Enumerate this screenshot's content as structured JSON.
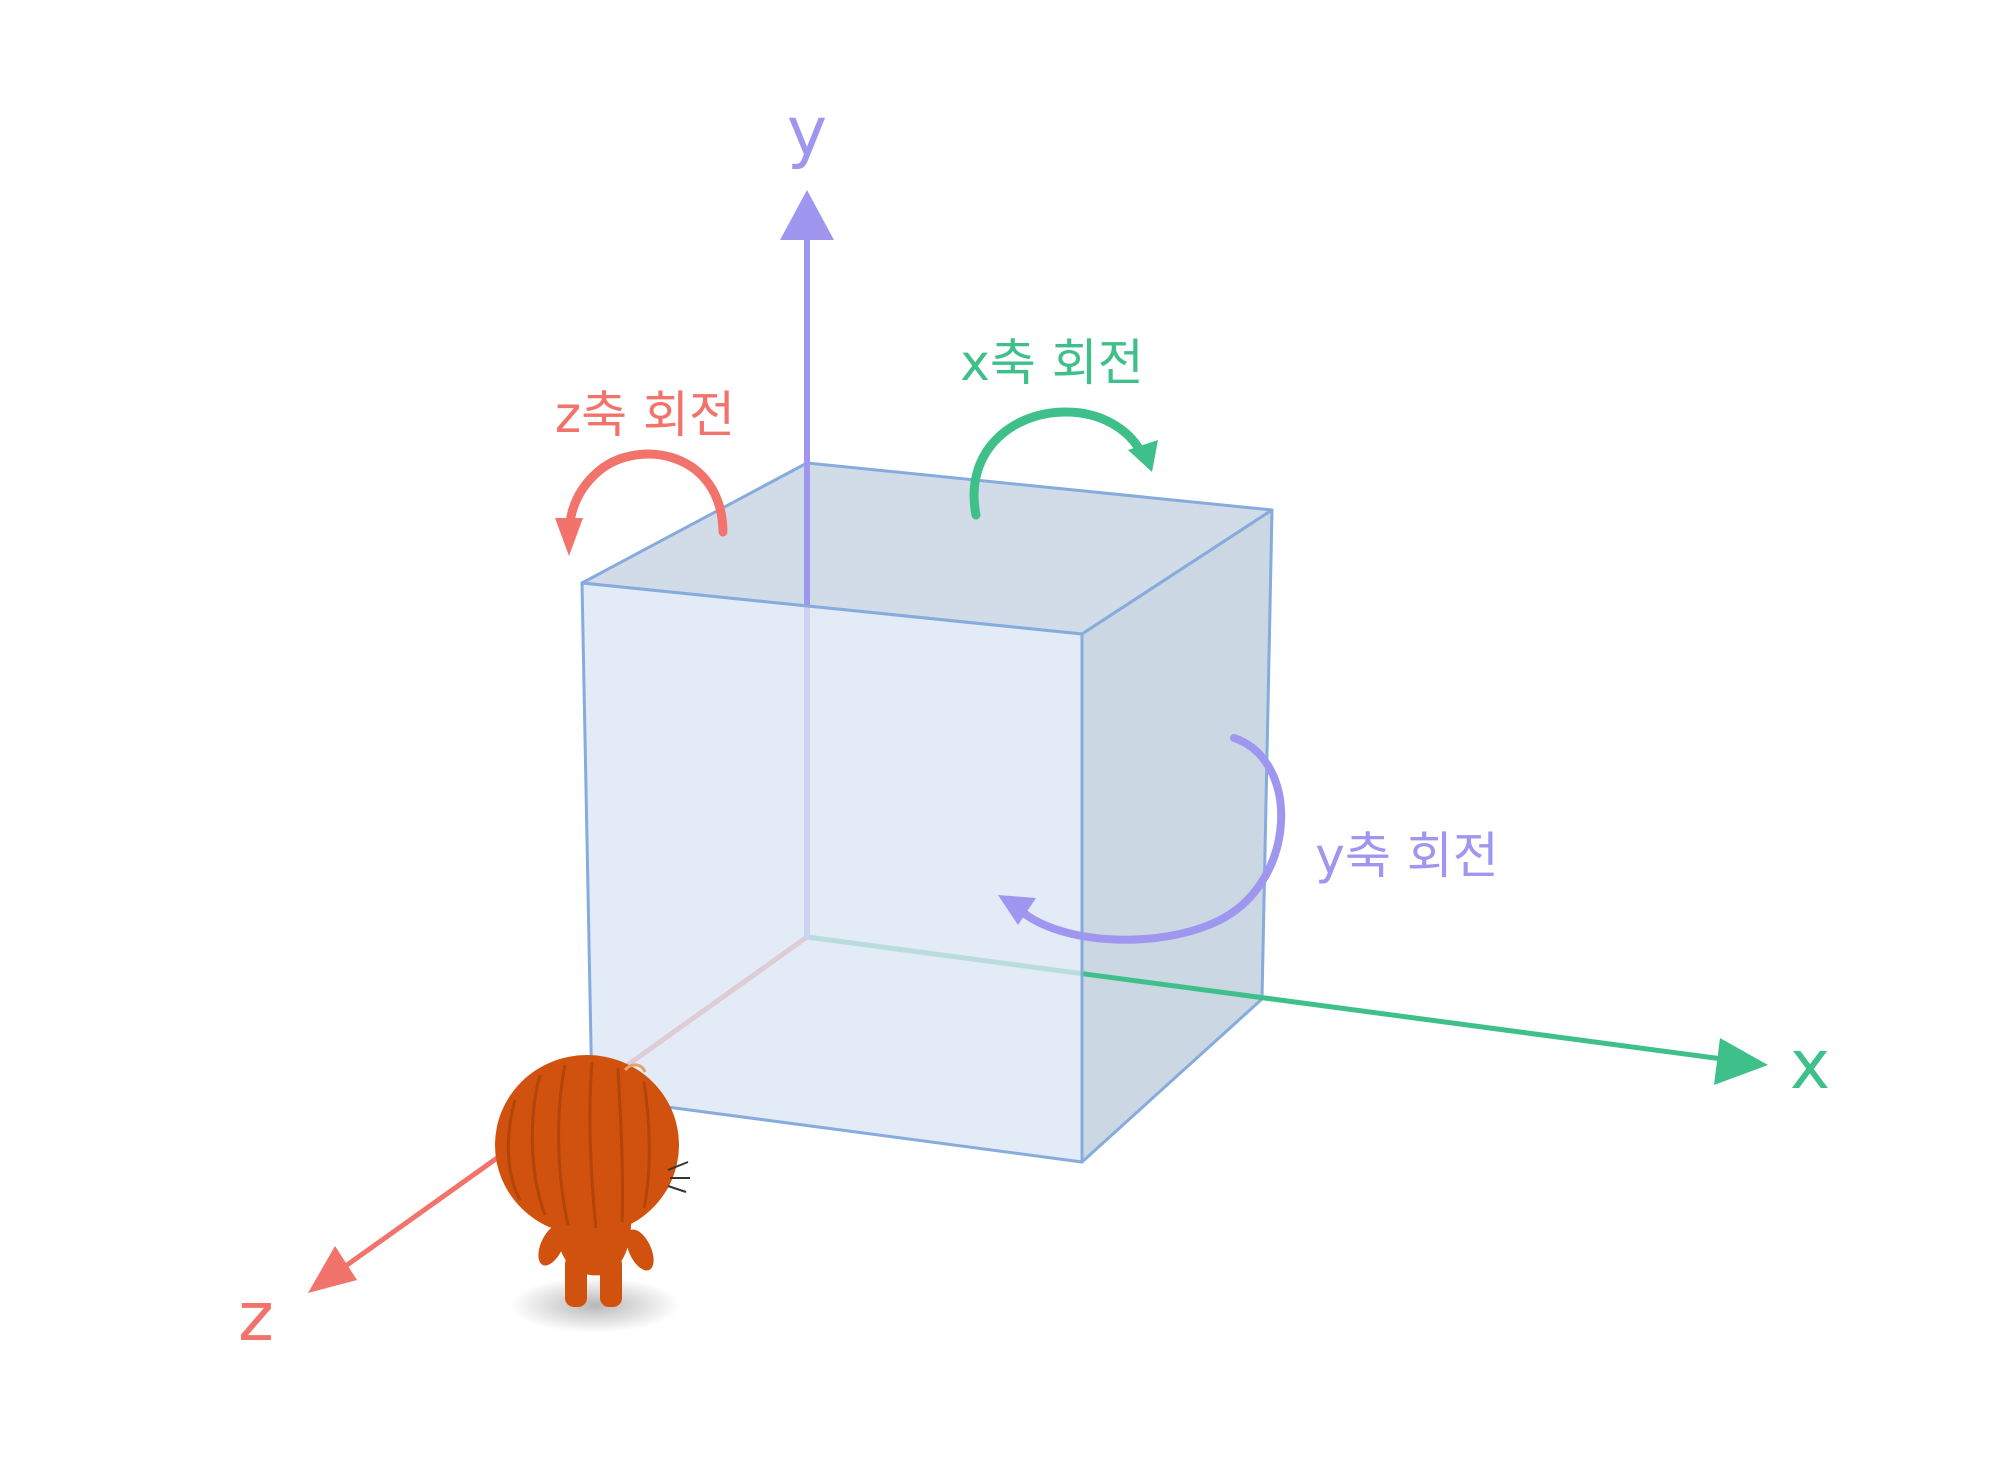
{
  "colors": {
    "x_axis": "#3fc08a",
    "y_axis": "#9f97ef",
    "z_axis": "#f2736b",
    "cube_edge": "#86abdd",
    "cube_front": "#dae6f3",
    "cube_top": "#d2dce8",
    "cube_side": "#cbd7e2",
    "character": "#d0520e"
  },
  "axes": {
    "x": {
      "label": "x"
    },
    "y": {
      "label": "y"
    },
    "z": {
      "label": "z"
    }
  },
  "rotations": {
    "x": {
      "label": "x축 회전"
    },
    "y": {
      "label": "y축 회전"
    },
    "z": {
      "label": "z축 회전"
    }
  },
  "icons": {
    "character": "orange-haired-character-figure"
  }
}
